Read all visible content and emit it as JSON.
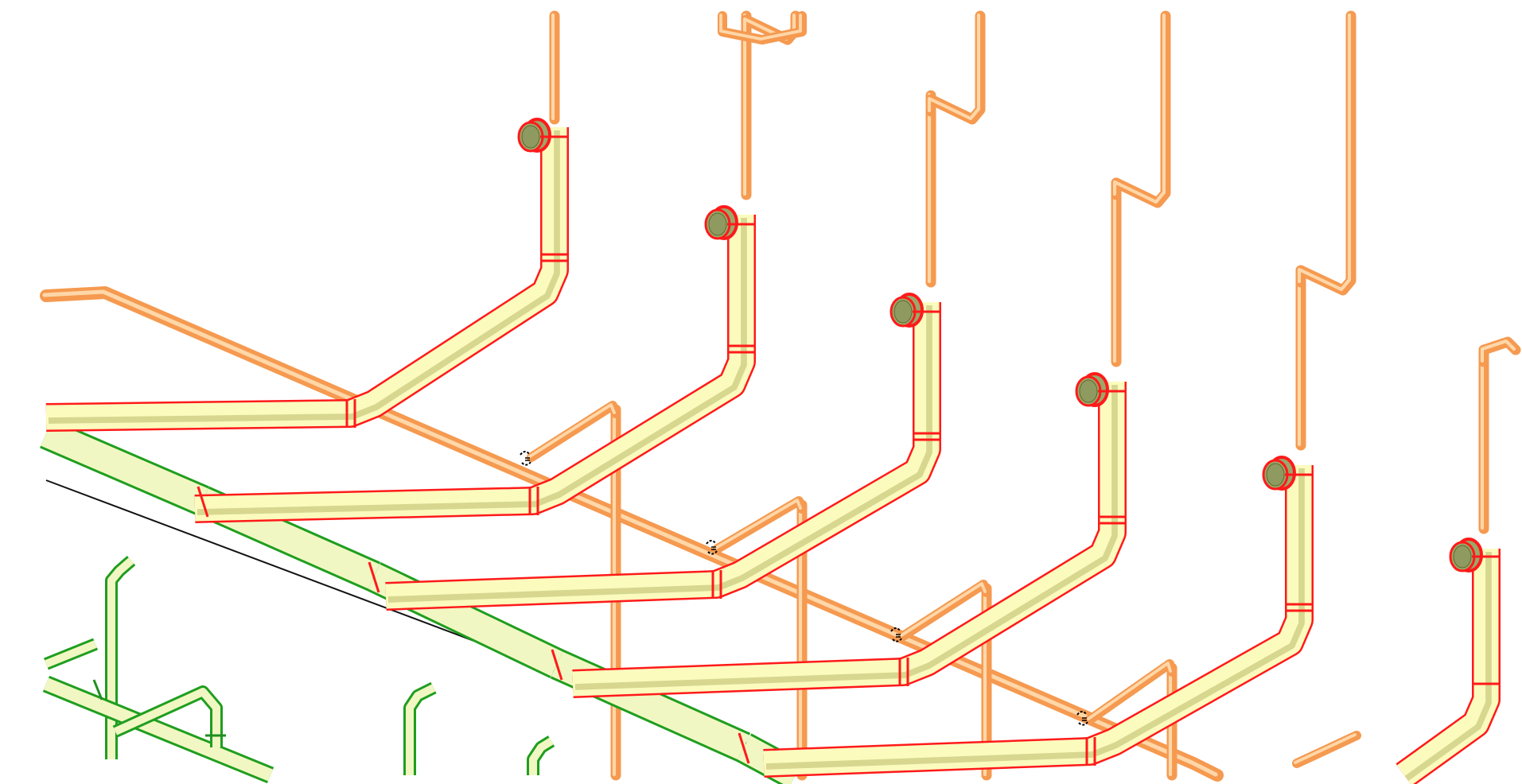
{
  "scene": {
    "background": "#ffffff",
    "colors": {
      "orange_pipe": "#f59a50",
      "orange_pipe_highlight": "#ffd7a8",
      "red_pipe_outline": "#ff1a1a",
      "red_pipe_fill": "#fbfbbe",
      "green_pipe_outline": "#1f9e1f",
      "green_pipe_fill": "#f1f7c2",
      "open_end_fill": "#9aa86a"
    },
    "pipe_systems": [
      "orange-pipe-system",
      "red-outlined-pipe-system",
      "green-outlined-pipe-system"
    ]
  }
}
